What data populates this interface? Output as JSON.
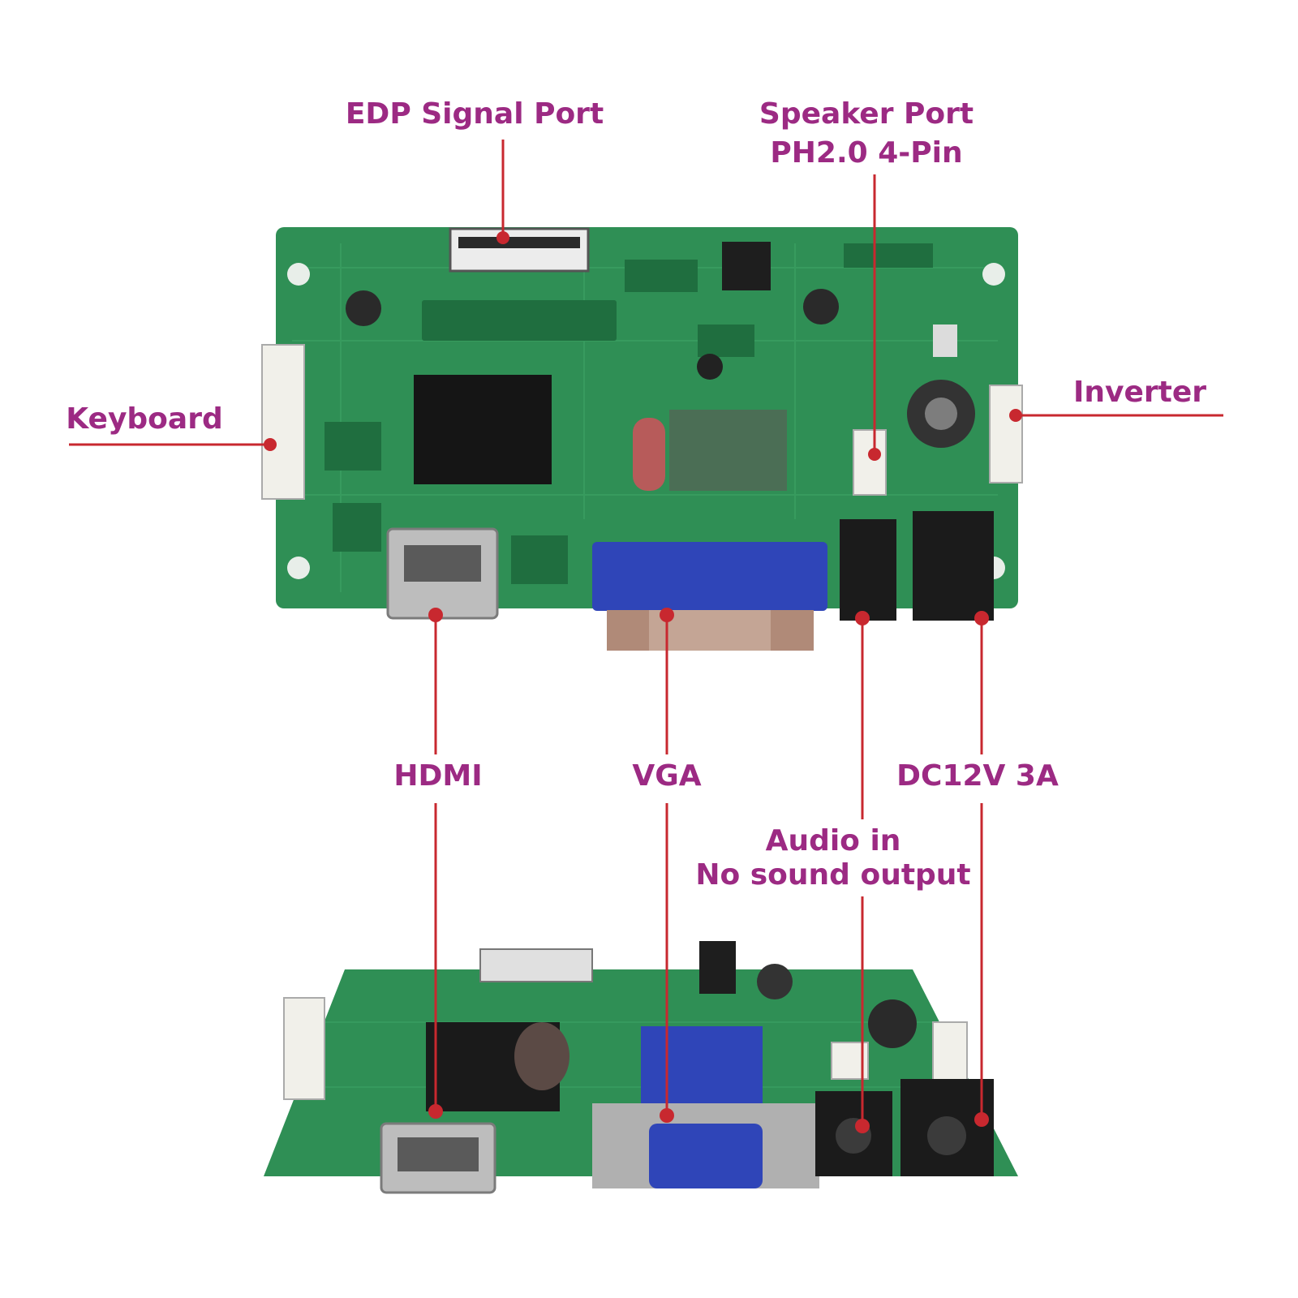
{
  "labels": {
    "edp_signal_port": "EDP Signal Port",
    "speaker_port_line1": "Speaker Port",
    "speaker_port_line2": "PH2.0 4-Pin",
    "keyboard": "Keyboard",
    "inverter": "Inverter",
    "hdmi": "HDMI",
    "vga": "VGA",
    "dc_power": "DC12V 3A",
    "audio_in_line1": "Audio in",
    "audio_in_line2": "No sound output"
  },
  "colors": {
    "label_text": "#9c2a83",
    "leader_line": "#c8282f",
    "pcb_green": "#2f8f55",
    "pcb_dark": "#1f6e3f",
    "chip": "#151515",
    "connector_white": "#f1f0ea",
    "vga_blue": "#2f45b8",
    "metal": "#b9b9b9",
    "jack_black": "#1b1b1b",
    "copper": "#b08a78"
  }
}
